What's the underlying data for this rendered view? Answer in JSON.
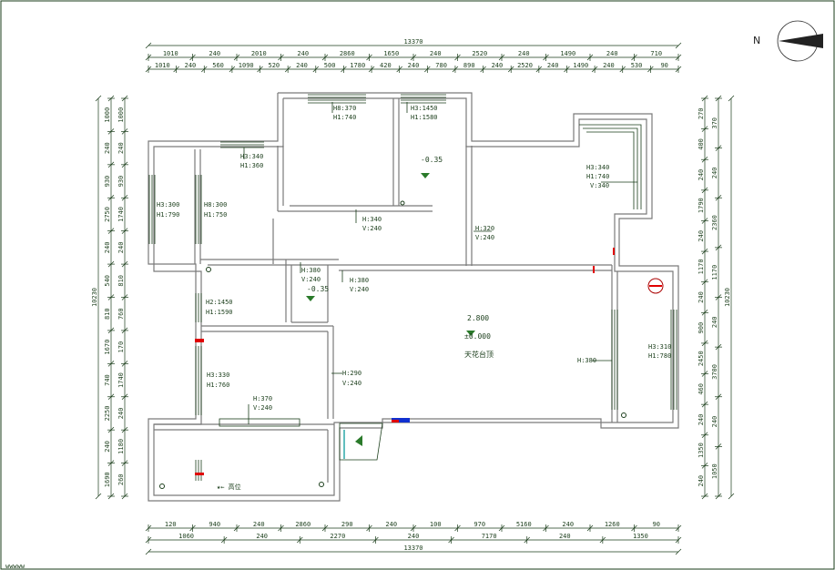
{
  "compass": {
    "letter": "N"
  },
  "dims": {
    "top_total": "13370",
    "top_row1": [
      "1010",
      "240",
      "2010",
      "240",
      "2860",
      "1650",
      "240",
      "2520",
      "240",
      "1490",
      "240",
      "710"
    ],
    "top_row2": [
      "1010",
      "240",
      "560",
      "1090",
      "520",
      "240",
      "500",
      "1780",
      "420",
      "240",
      "780",
      "890",
      "240",
      "2520",
      "240",
      "1490",
      "240",
      "530",
      "90"
    ],
    "bottom_total": "13370",
    "bottom_row1": [
      "120",
      "940",
      "240",
      "2860",
      "290",
      "240",
      "100",
      "970",
      "5160",
      "240",
      "1260",
      "90"
    ],
    "bottom_row2": [
      "1060",
      "240",
      "2270",
      "240",
      "7170",
      "240",
      "1350"
    ],
    "left_total": "10230",
    "left_row1": [
      "1000",
      "240",
      "930",
      "2750",
      "240",
      "540",
      "810",
      "1670",
      "740",
      "2250",
      "240",
      "1690"
    ],
    "left_row2": [
      "1000",
      "240",
      "930",
      "1740",
      "240",
      "810",
      "760",
      "170",
      "1740",
      "240",
      "1180",
      "260"
    ],
    "right_total": "10230",
    "right_row1": [
      "270",
      "400",
      "240",
      "1790",
      "240",
      "1170",
      "240",
      "900",
      "2450",
      "460",
      "240",
      "1350",
      "240"
    ],
    "right_row2": [
      "370",
      "240",
      "2360",
      "1170",
      "240",
      "3700",
      "240",
      "1050"
    ]
  },
  "labels": {
    "w_top_center": [
      "H8:370",
      "H1:740"
    ],
    "w_top_right": [
      "H3:1450",
      "H1:1580"
    ],
    "w_bedroom_left": [
      "H3:340",
      "H1:360"
    ],
    "level_neg": "-0.35",
    "w_right_top": [
      "H3:340",
      "H1:740",
      "V:340"
    ],
    "w_left1": [
      "H3:300",
      "H1:790"
    ],
    "w_left2": [
      "H8:300",
      "H1:750"
    ],
    "door1": [
      "H:340",
      "V:240"
    ],
    "door2": [
      "H:320",
      "V:240"
    ],
    "door3": [
      "H:380",
      "V:240"
    ],
    "door4": [
      "H:380",
      "V:240"
    ],
    "level_neg2": "-0.35",
    "w_left3": [
      "H2:1450",
      "H1:1590"
    ],
    "ceiling": "2.800",
    "level_zero": "±0.000",
    "ceiling_note": "天花台顶",
    "w_left4": [
      "H3:330",
      "H1:760"
    ],
    "door5": [
      "H:290",
      "V:240"
    ],
    "door6": [
      "H:370",
      "V:240"
    ],
    "door7": "H:380",
    "w_right2": [
      "H3:310",
      "H1:780"
    ],
    "kitchen_note": "★← 高位",
    "corner_text": "wwwww"
  },
  "colors": {
    "line": "#1a3d1a",
    "wall": "#c8c8c8",
    "accent_red": "#e00000",
    "accent_blue": "#1030d0"
  }
}
